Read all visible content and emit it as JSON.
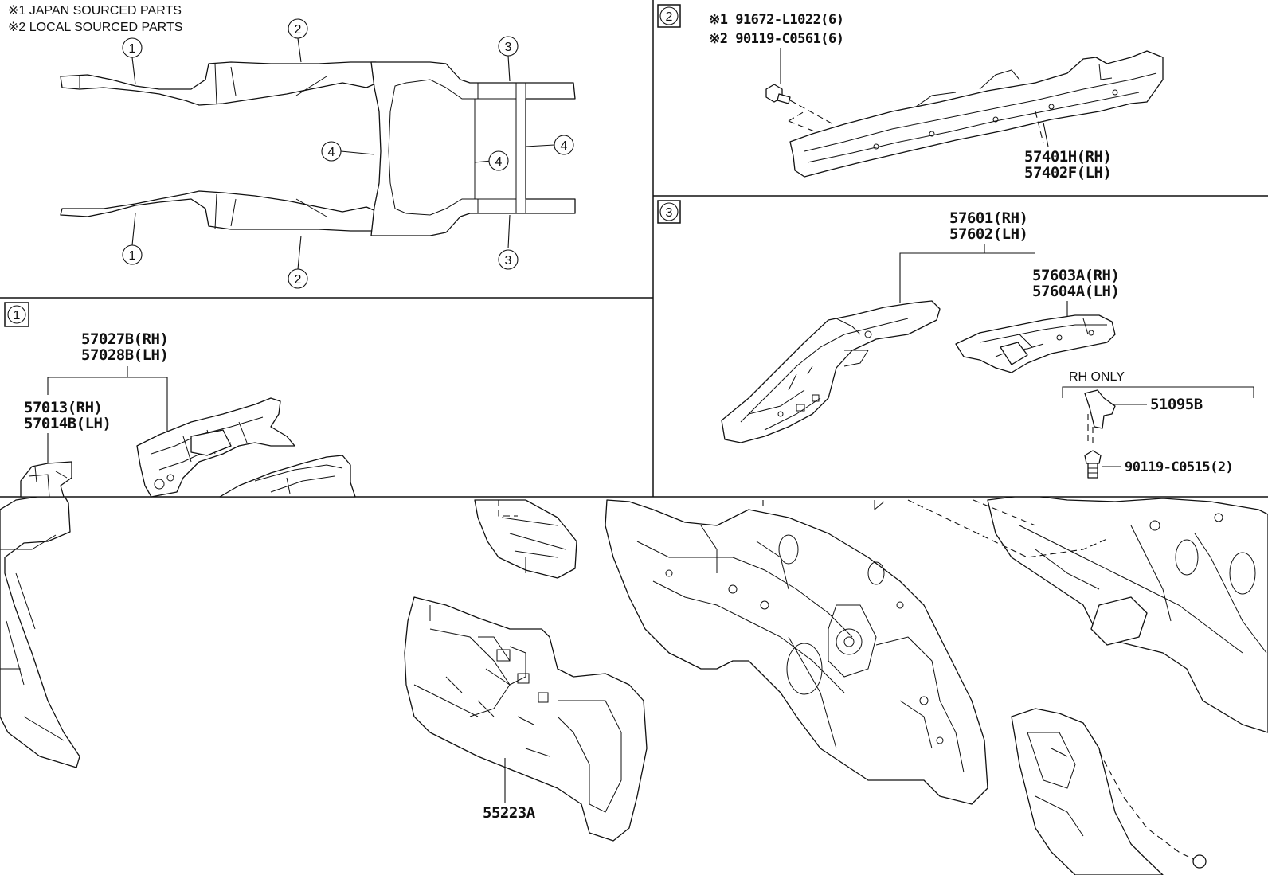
{
  "notes": {
    "japan": "※1 JAPAN SOURCED PARTS",
    "local": "※2 LOCAL SOURCED PARTS"
  },
  "callouts": {
    "one": "1",
    "two": "2",
    "three": "3",
    "four": "4"
  },
  "panel2": {
    "bolt_japan": "※1 91672-L1022(6)",
    "bolt_local": "※2 90119-C0561(6)",
    "part_rh": "57401H(RH)",
    "part_lh": "57402F(LH)"
  },
  "panel3": {
    "rail_rh": "57601(RH)",
    "rail_lh": "57602(LH)",
    "ext_rh": "57603A(RH)",
    "ext_lh": "57604A(LH)",
    "rh_only": "RH ONLY",
    "bracket": "51095B",
    "bracket_bolt": "90119-C0515(2)"
  },
  "panel1": {
    "member_rh": "57027B(RH)",
    "member_lh": "57028B(LH)",
    "ext_rh": "57013(RH)",
    "ext_lh": "57014B(LH)"
  },
  "lower": {
    "insulator": "55223A"
  }
}
